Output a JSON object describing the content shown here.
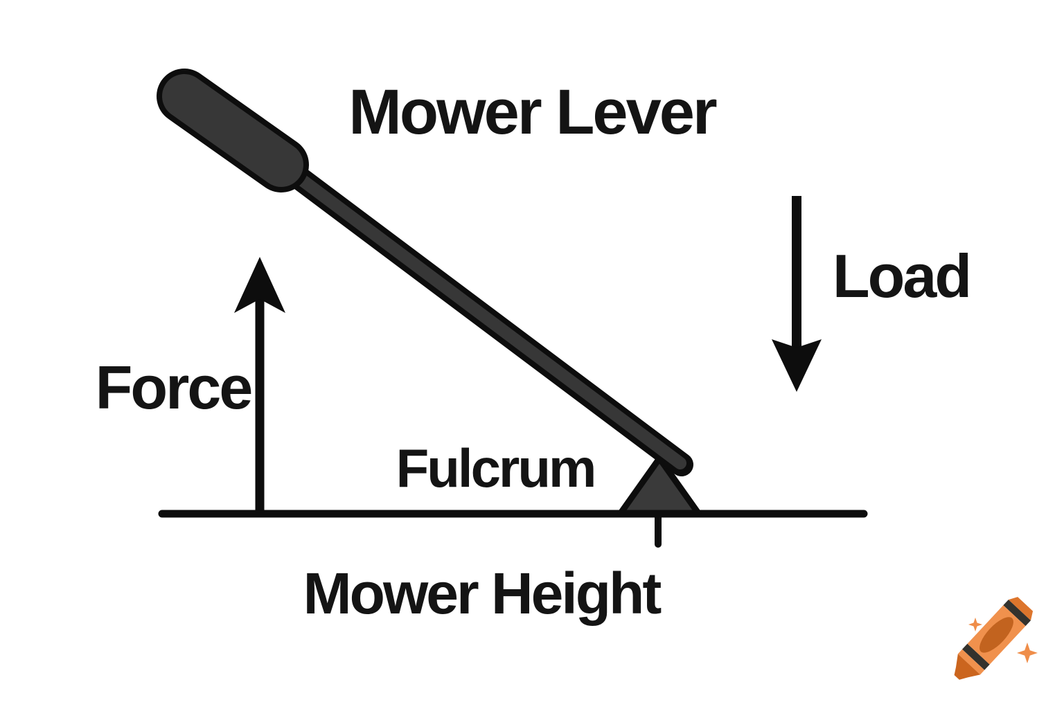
{
  "title": "Mower Lever",
  "labels": {
    "force": "Force",
    "load": "Load",
    "fulcrum": "Fulcrum",
    "mower_height": "Mower Height"
  },
  "icons": {
    "crayon": "crayon-icon",
    "sparkles": "sparkle-icon"
  },
  "colors": {
    "background": "#ffffff",
    "ink": "#141414",
    "outline": "#0d0d0d",
    "lever_fill": "#373737",
    "fulcrum_fill": "#3a3a3a",
    "crayon_body": "#F0914D",
    "crayon_shade": "#C2631F",
    "crayon_tip": "#CB651E",
    "crayon_end": "#DD752C",
    "crayon_band": "#34322D",
    "sparkle": "#EF8D49"
  }
}
